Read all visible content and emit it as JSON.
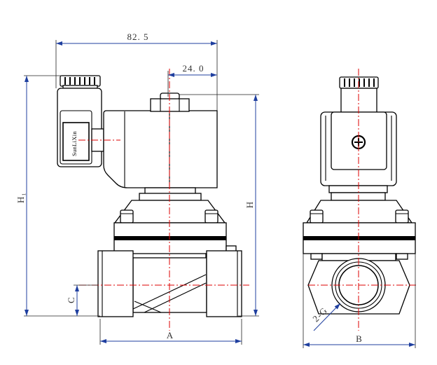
{
  "dimensions": {
    "overall_length": "82. 5",
    "coil_offset": "24. 0",
    "total_height": "H₁",
    "body_height": "H",
    "port_height": "C",
    "body_length": "A",
    "body_width": "B",
    "port_thread": "2-G"
  },
  "coil_connector_label": "SunLiXin",
  "colors": {
    "outline": "#000000",
    "dimension": "#1f3f9f",
    "centerline": "#dd0000",
    "background": "#ffffff"
  }
}
